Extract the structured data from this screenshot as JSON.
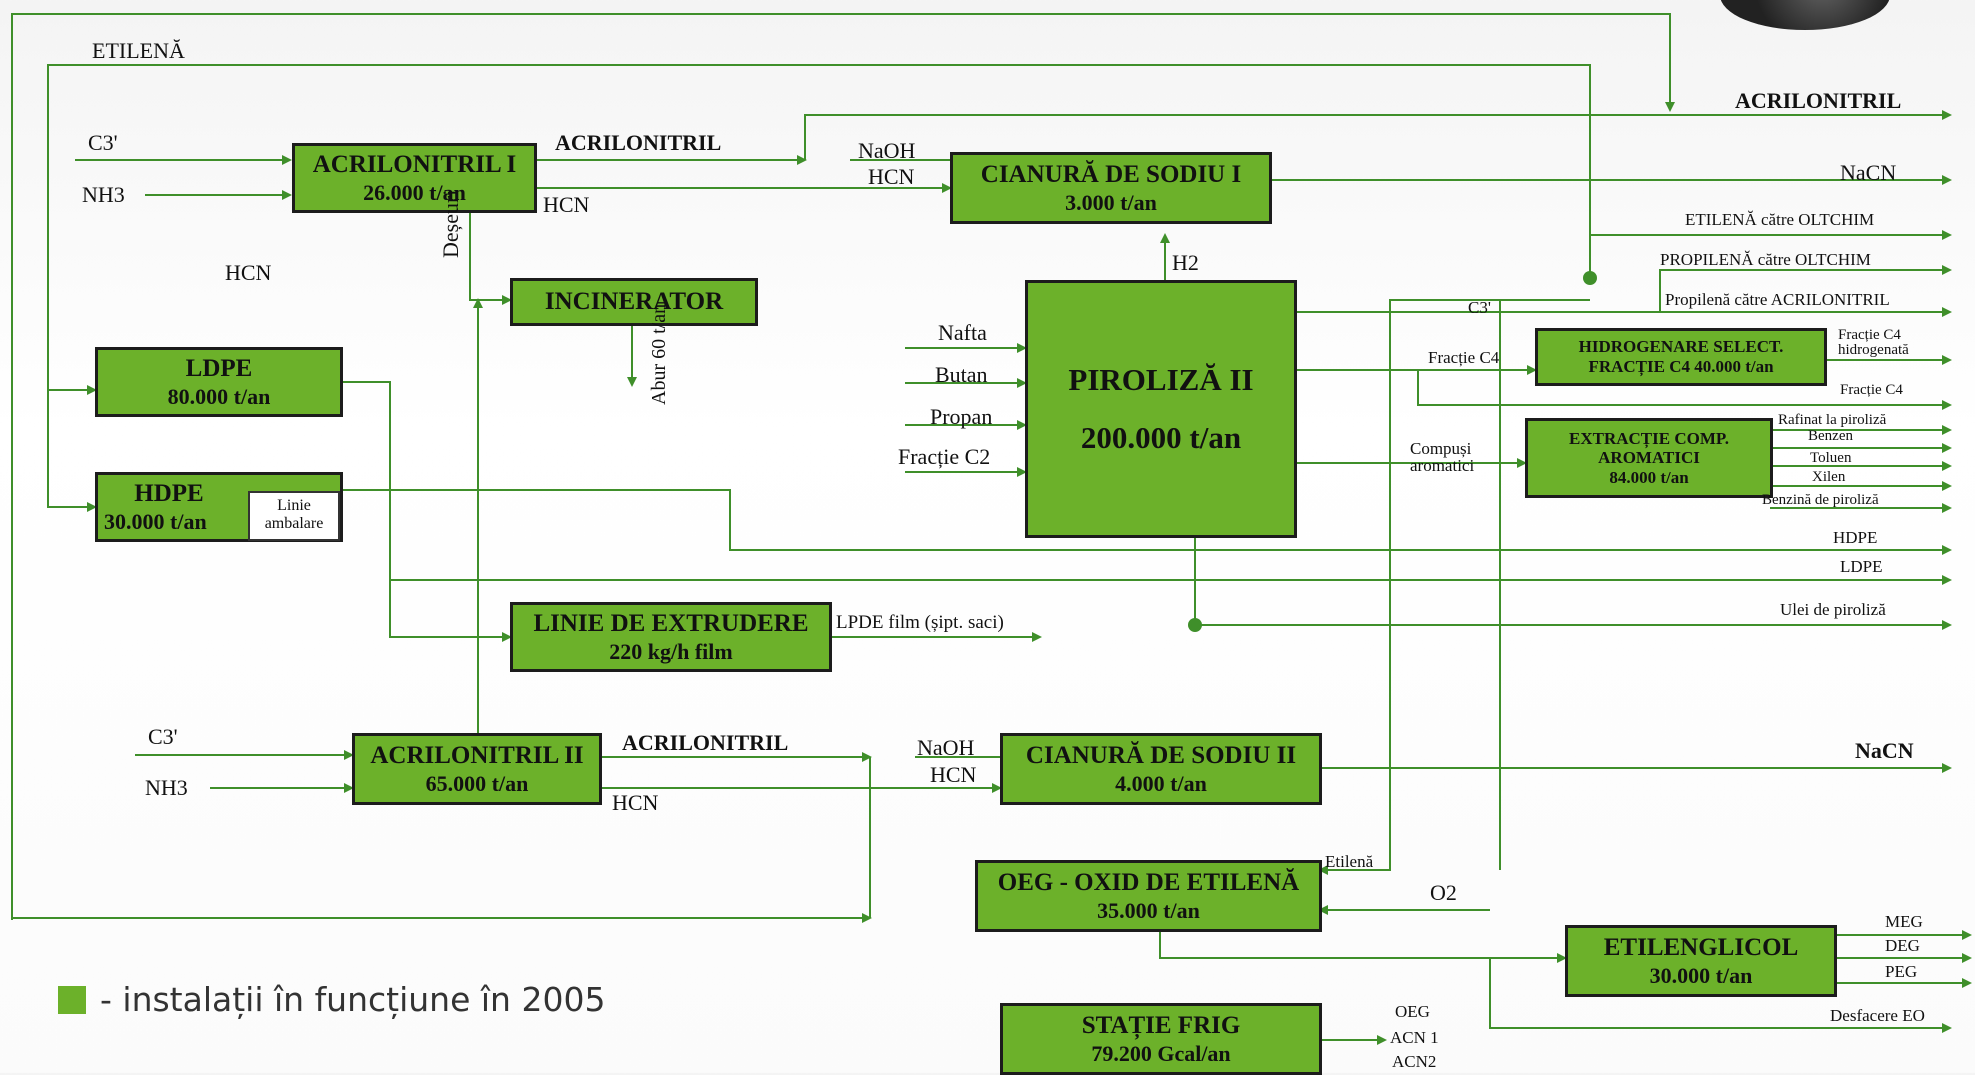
{
  "boxes": {
    "acr1": {
      "l1": "ACRILONITRIL I",
      "l2": "26.000 t/an"
    },
    "incinerator": {
      "l1": "INCINERATOR"
    },
    "ldpe": {
      "l1": "LDPE",
      "l2": "80.000 t/an"
    },
    "hdpe": {
      "l1": "HDPE",
      "l2": "30.000 t/an"
    },
    "hdpe_sub": "Linie ambalare",
    "extrudere": {
      "l1": "LINIE DE EXTRUDERE",
      "l2": "220 kg/h film"
    },
    "acr2": {
      "l1": "ACRILONITRIL II",
      "l2": "65.000 t/an"
    },
    "cian1": {
      "l1": "CIANURĂ DE SODIU I",
      "l2": "3.000 t/an"
    },
    "piroliza": {
      "l1": "PIROLIZĂ II",
      "l2": "200.000 t/an"
    },
    "hidrogenare": {
      "l1": "HIDROGENARE SELECT.",
      "l2": "FRACȚIE C4 40.000 t/an"
    },
    "extractie": {
      "l1": "EXTRACȚIE COMP.",
      "l2": "AROMATICI",
      "l3": "84.000 t/an"
    },
    "cian2": {
      "l1": "CIANURĂ DE SODIU II",
      "l2": "4.000 t/an"
    },
    "oeg": {
      "l1": "OEG - OXID DE ETILENĂ",
      "l2": "35.000 t/an"
    },
    "etilenglicol": {
      "l1": "ETILENGLICOL",
      "l2": "30.000 t/an"
    },
    "frig": {
      "l1": "STAȚIE FRIG",
      "l2": "79.200 Gcal/an"
    }
  },
  "labels": {
    "etilena": "ETILENĂ",
    "c3_1": "C3'",
    "nh3_1": "NH3",
    "hcn_left": "HCN",
    "acrilonitril_out1": "ACRILONITRIL",
    "hcn_1": "HCN",
    "deseuri": "Deșeuri",
    "abur": "Abur 60 t/an",
    "naoh_1": "NaOH",
    "hcn_c1": "HCN",
    "h2": "H2",
    "nafta": "Nafta",
    "butan": "Butan",
    "propan": "Propan",
    "fractie_c2": "Fracție C2",
    "c3_pir": "C3'",
    "fractie_c4_in": "Fracție C4",
    "compusi": "Compuși aromatici",
    "c3_2": "C3'",
    "nh3_2": "NH3",
    "acrilonitril_out2": "ACRILONITRIL",
    "hcn_2": "HCN",
    "naoh_2": "NaOH",
    "hcn_c2": "HCN",
    "ldpe_film": "LPDE film (șipt. saci)",
    "etilena_oeg": "Etilenă",
    "o2": "O2",
    "oeg_frig": "OEG",
    "acn1": "ACN 1",
    "acn2": "ACN2"
  },
  "outputs": {
    "acrilonitril": "ACRILONITRIL",
    "nacn1": "NaCN",
    "etilena_oltchim": "ETILENĂ către OLTCHIM",
    "propilena_oltchim": "PROPILENĂ către OLTCHIM",
    "propilena_acril": "Propilenă către ACRILONITRIL",
    "fractie_c4_hidr": "Fracție C4 hidrogenată",
    "fractie_c4": "Fracție C4",
    "rafinat": "Rafinat la piroliză",
    "benzen": "Benzen",
    "toluen": "Toluen",
    "xilen": "Xilen",
    "benzina": "Benzină de piroliză",
    "hdpe": "HDPE",
    "ldpe": "LDPE",
    "ulei": "Ulei de piroliză",
    "nacn2": "NaCN",
    "meg": "MEG",
    "deg": "DEG",
    "peg": "PEG",
    "desfacere": "Desfacere EO"
  },
  "legend": "- instalații în funcțiune în 2005",
  "colors": {
    "box": "#6cb12a",
    "line": "#3f8f2a",
    "border": "#1c1c1c"
  }
}
